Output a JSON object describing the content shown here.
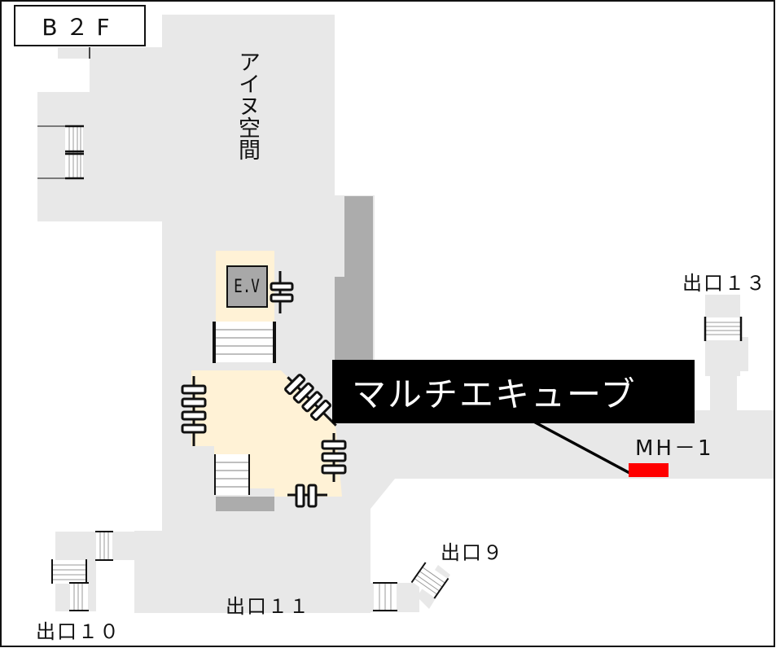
{
  "map": {
    "floor": "B２F",
    "area_name": "アイヌ空間",
    "facility_callout": "マルチエキューブ",
    "elevator_label": "E.V",
    "manhole_label": "MH－1",
    "exits": [
      {
        "id": "exit-13",
        "label": "出口１３"
      },
      {
        "id": "exit-9",
        "label": "出口９"
      },
      {
        "id": "exit-11",
        "label": "出口１１"
      },
      {
        "id": "exit-10",
        "label": "出口１０"
      }
    ],
    "colors": {
      "corridor": "#e8e8e8",
      "structure": "#acacac",
      "highlight_zone": "#fff2d6",
      "elevator": "#a8a8a8",
      "manhole_marker": "#ff0000",
      "callout_bg": "#000000",
      "callout_text": "#ffffff",
      "border": "#111111"
    }
  }
}
